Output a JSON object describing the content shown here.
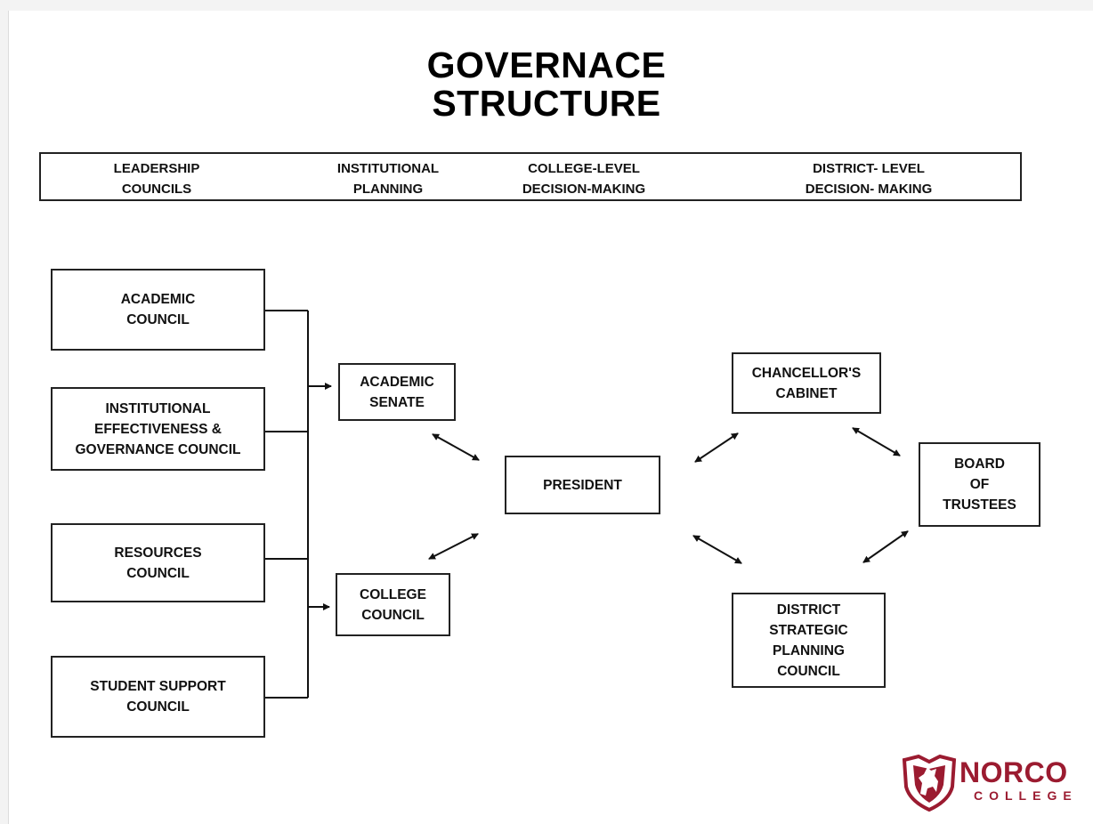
{
  "title": {
    "line1": "GOVERNACE",
    "line2": "STRUCTURE"
  },
  "header": [
    {
      "line1": "LEADERSHIP",
      "line2": "COUNCILS"
    },
    {
      "line1": "INSTITUTIONAL",
      "line2": "PLANNING"
    },
    {
      "line1": "COLLEGE-LEVEL",
      "line2": "DECISION-MAKING"
    },
    {
      "line1": "DISTRICT- LEVEL",
      "line2": "DECISION- MAKING"
    }
  ],
  "nodes": {
    "academic_council": [
      "ACADEMIC",
      "COUNCIL"
    ],
    "ie_governance_council": [
      "INSTITUTIONAL",
      "EFFECTIVENESS &",
      "GOVERNANCE COUNCIL"
    ],
    "resources_council": [
      "RESOURCES",
      "COUNCIL"
    ],
    "student_support_council": [
      "STUDENT SUPPORT",
      "COUNCIL"
    ],
    "academic_senate": [
      "ACADEMIC",
      "SENATE"
    ],
    "college_council": [
      "COLLEGE",
      "COUNCIL"
    ],
    "president": [
      "PRESIDENT"
    ],
    "chancellors_cabinet": [
      "CHANCELLOR'S",
      "CABINET"
    ],
    "board_of_trustees": [
      "BOARD",
      "OF",
      "TRUSTEES"
    ],
    "district_strategic_planning_council": [
      "DISTRICT",
      "STRATEGIC",
      "PLANNING",
      "COUNCIL"
    ]
  },
  "logo": {
    "name": "NORCO",
    "sub": "COLLEGE",
    "color": "#9b1b30"
  }
}
